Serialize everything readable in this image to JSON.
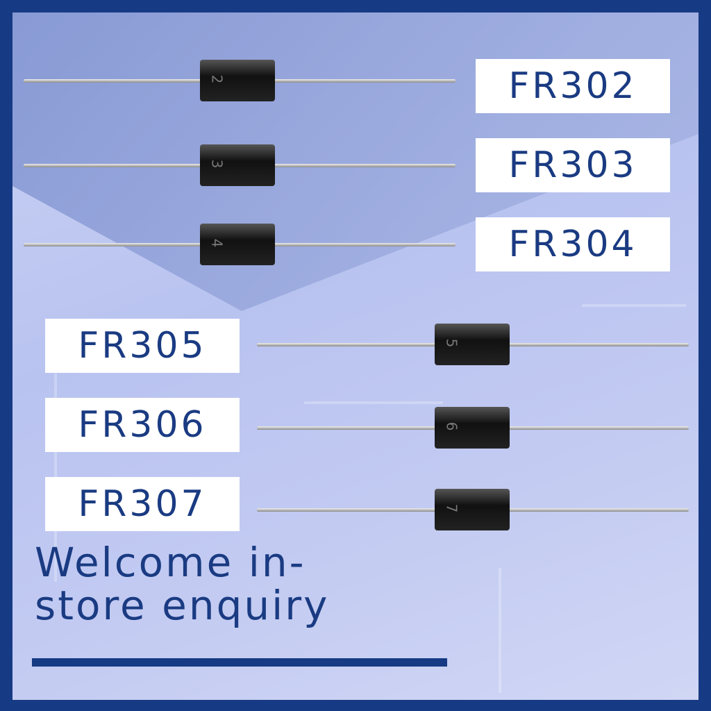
{
  "labels": [
    "FR302",
    "FR303",
    "FR304",
    "FR305",
    "FR306",
    "FR307"
  ],
  "diode_markings": [
    "2",
    "3",
    "4",
    "5",
    "6",
    "7"
  ],
  "welcome": {
    "line1": "Welcome in-",
    "line2": "store enquiry"
  },
  "colors": {
    "border": "#173a84",
    "text": "#1a3b82",
    "background": "#c3cbf2"
  }
}
